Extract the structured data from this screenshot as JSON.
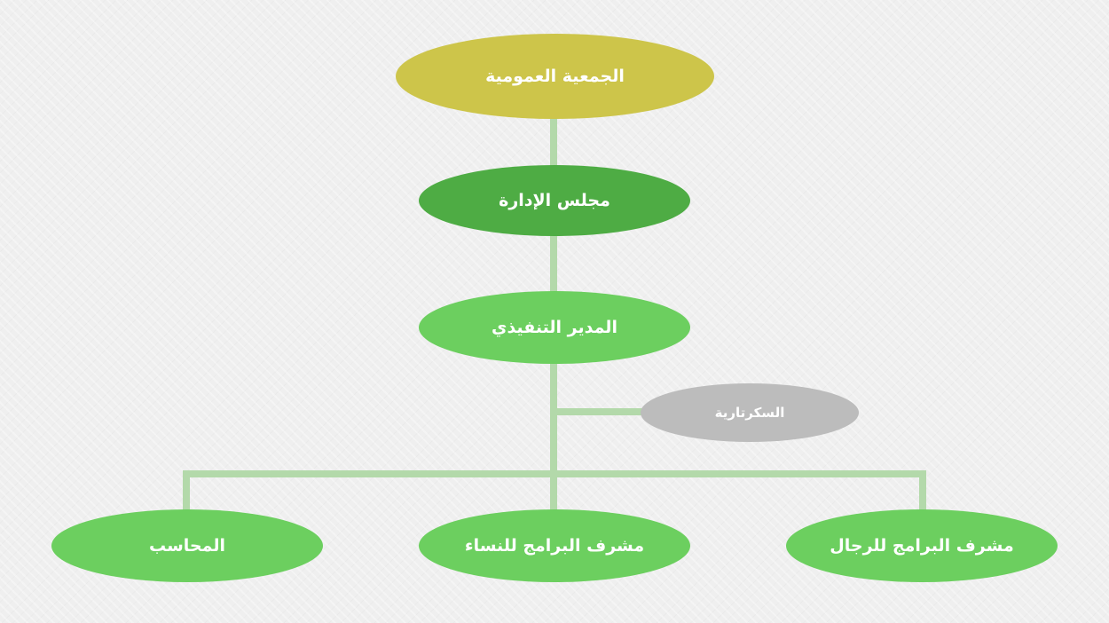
{
  "colors": {
    "top": "#cdc54a",
    "board": "#4eac44",
    "primary": "#6ccf5f",
    "secretary": "#bcbcbc",
    "connector": "#b3d9aa"
  },
  "nodes": {
    "general_assembly": "الجمعية العمومية",
    "board_of_directors": "مجلس الإدارة",
    "executive_director": "المدير التنفيذي",
    "secretariat": "السكرتارية",
    "men_programs_supervisor": "مشرف البرامج للرجال",
    "women_programs_supervisor": "مشرف البرامج للنساء",
    "accountant": "المحاسب"
  }
}
